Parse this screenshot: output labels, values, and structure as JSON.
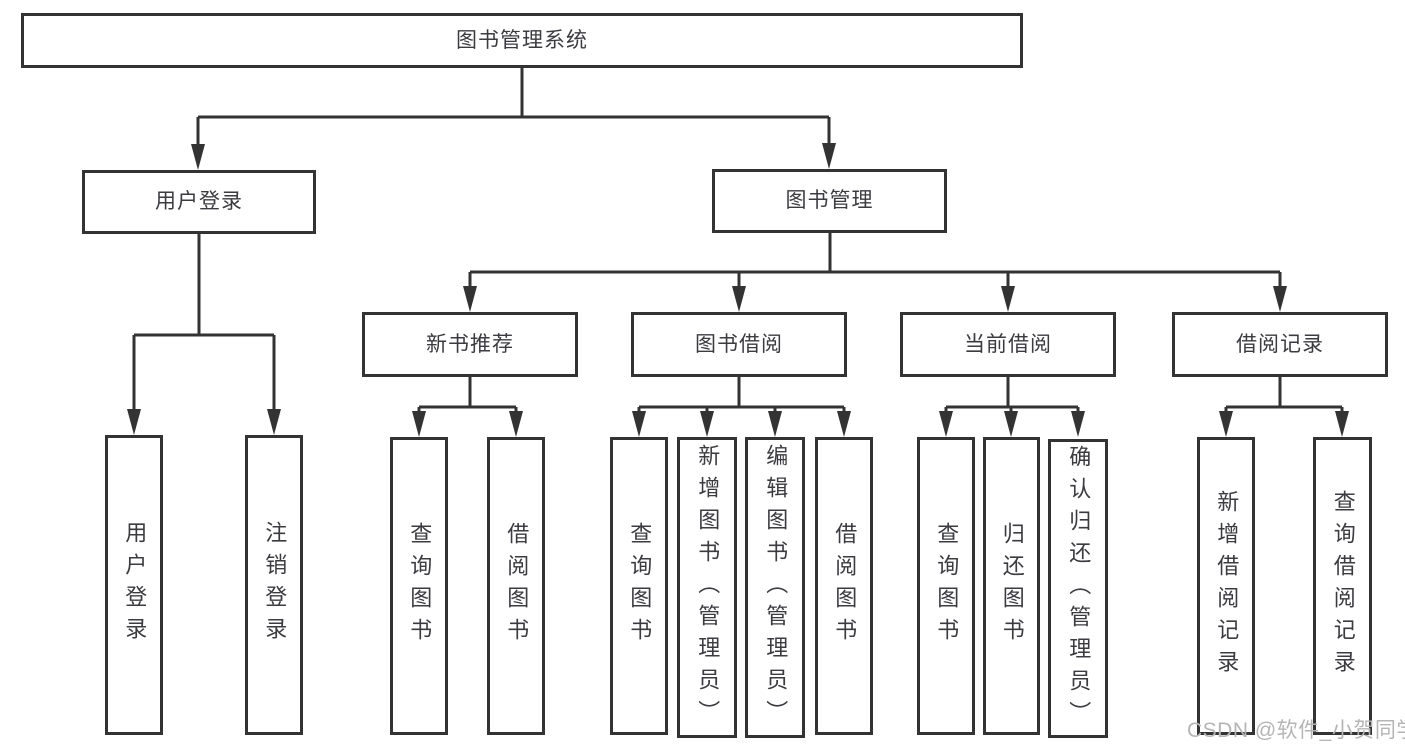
{
  "tree": {
    "label": "图书管理系统",
    "children": [
      {
        "label": "用户登录",
        "children": [
          {
            "label": "用户登录"
          },
          {
            "label": "注销登录"
          }
        ]
      },
      {
        "label": "图书管理",
        "children": [
          {
            "label": "新书推荐",
            "children": [
              {
                "label": "查询图书"
              },
              {
                "label": "借阅图书"
              }
            ]
          },
          {
            "label": "图书借阅",
            "children": [
              {
                "label": "查询图书"
              },
              {
                "label": "新增图书（管理员）"
              },
              {
                "label": "编辑图书（管理员）"
              },
              {
                "label": "借阅图书"
              }
            ]
          },
          {
            "label": "当前借阅",
            "children": [
              {
                "label": "查询图书"
              },
              {
                "label": "归还图书"
              },
              {
                "label": "确认归还（管理员）"
              }
            ]
          },
          {
            "label": "借阅记录",
            "children": [
              {
                "label": "新增借阅记录"
              },
              {
                "label": "查询借阅记录"
              }
            ]
          }
        ]
      }
    ]
  },
  "watermark": {
    "text": "CSDN @软件_小贺同学",
    "color": "#b5b5b5"
  },
  "colors": {
    "line": "#333333",
    "text": "#3b3b40",
    "background": "#ffffff"
  }
}
